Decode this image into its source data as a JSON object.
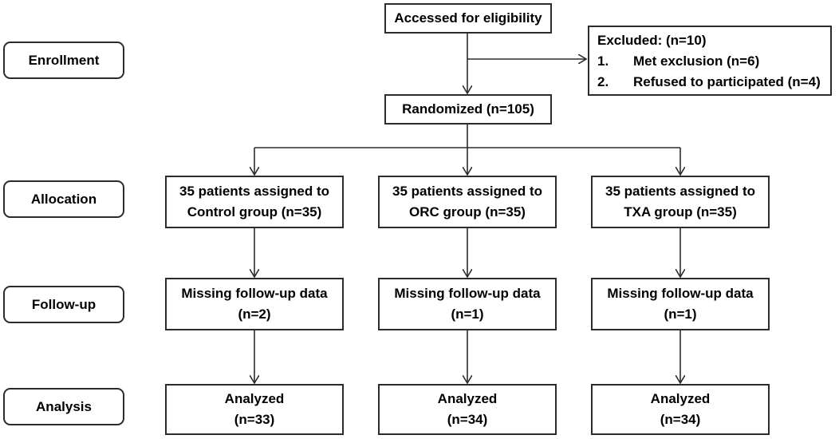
{
  "stages": {
    "enrollment": "Enrollment",
    "allocation": "Allocation",
    "follow_up": "Follow-up",
    "analysis": "Analysis"
  },
  "eligibility": "Accessed for eligibility",
  "excluded": {
    "title": "Excluded: (n=10)",
    "items": [
      {
        "num": "1.",
        "text": "Met exclusion (n=6)"
      },
      {
        "num": "2.",
        "text": "Refused to participated (n=4)"
      }
    ]
  },
  "randomized": "Randomized (n=105)",
  "groups": [
    {
      "allocation": [
        "35 patients assigned to",
        "Control group (n=35)"
      ],
      "follow_up": [
        "Missing follow-up data",
        "(n=2)"
      ],
      "analysis": [
        "Analyzed",
        "(n=33)"
      ]
    },
    {
      "allocation": [
        "35 patients assigned to",
        "ORC group (n=35)"
      ],
      "follow_up": [
        "Missing follow-up data",
        "(n=1)"
      ],
      "analysis": [
        "Analyzed",
        "(n=34)"
      ]
    },
    {
      "allocation": [
        "35 patients assigned to",
        "TXA group (n=35)"
      ],
      "follow_up": [
        "Missing follow-up data",
        "(n=1)"
      ],
      "analysis": [
        "Analyzed",
        "(n=34)"
      ]
    }
  ]
}
